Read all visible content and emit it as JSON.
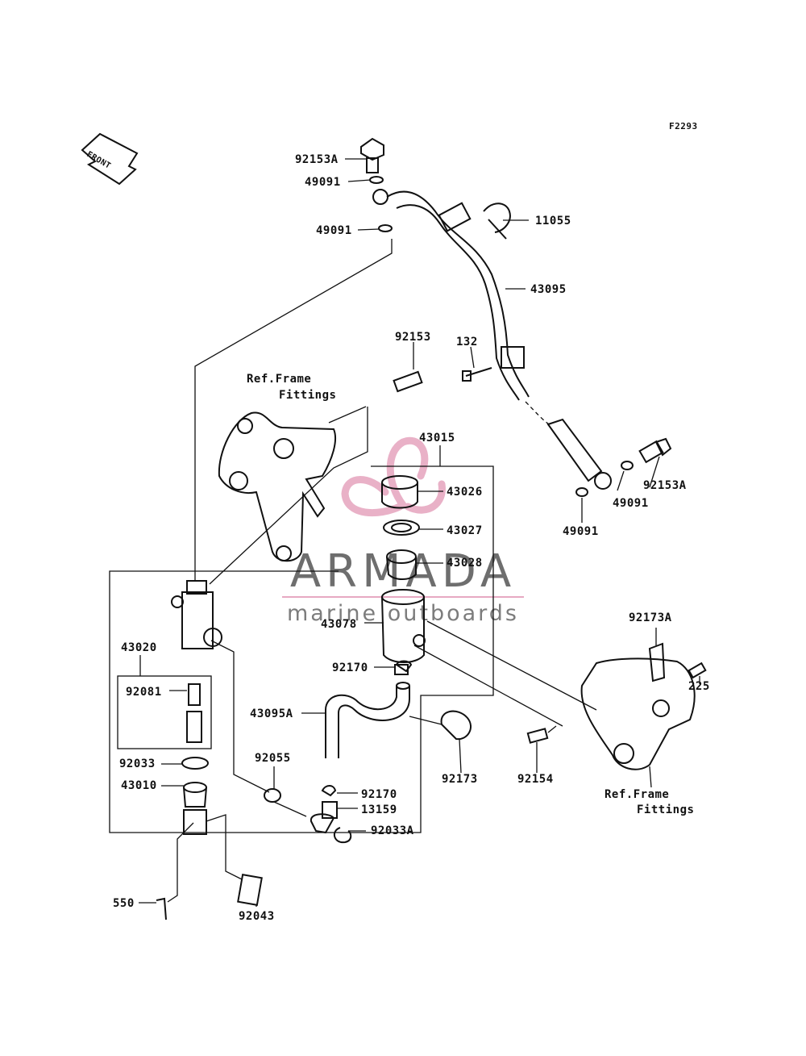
{
  "figure_code": "F2293",
  "front_arrow_text": "FRONT",
  "watermark": {
    "brand": "ARMADA",
    "tagline": "marine outboards",
    "accent_color": "#e7a9c2"
  },
  "callouts": {
    "c92153A_top": "92153A",
    "c49091_a": "49091",
    "c49091_b": "49091",
    "c11055": "11055",
    "c43095": "43095",
    "c92153": "92153",
    "c132": "132",
    "ref_frame_1_l1": "Ref.Frame",
    "ref_frame_1_l2": "Fittings",
    "c43015": "43015",
    "c43026": "43026",
    "c43027": "43027",
    "c43028": "43028",
    "c43078": "43078",
    "c92153A_right": "92153A",
    "c49091_c": "49091",
    "c49091_d": "49091",
    "c43020": "43020",
    "c92081": "92081",
    "c92170_a": "92170",
    "c43095A": "43095A",
    "c92173A": "92173A",
    "c225": "225",
    "c92033": "92033",
    "c92055": "92055",
    "c43010": "43010",
    "c92170_b": "92170",
    "c13159": "13159",
    "c92033A": "92033A",
    "c92173": "92173",
    "c92154": "92154",
    "ref_frame_2_l1": "Ref.Frame",
    "ref_frame_2_l2": "Fittings",
    "c550": "550",
    "c92043": "92043"
  }
}
